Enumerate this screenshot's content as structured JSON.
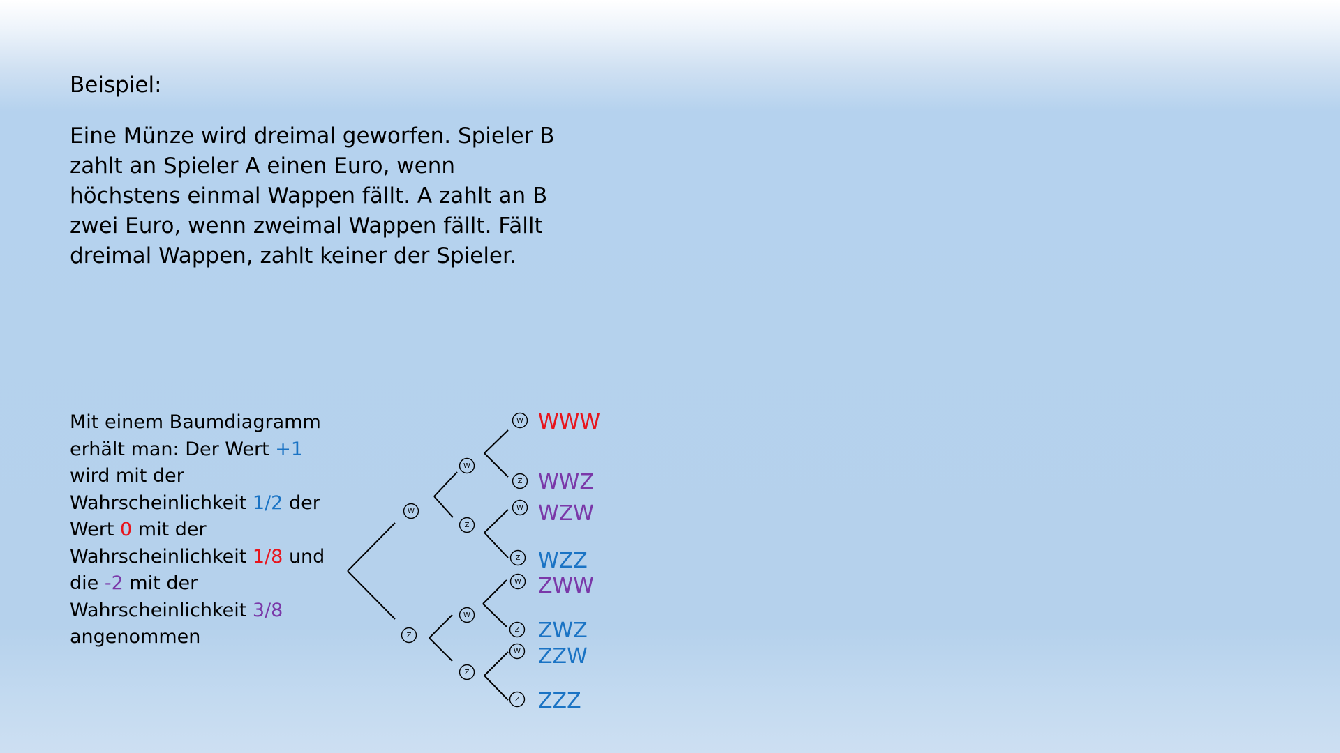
{
  "slide": {
    "heading": "Beispiel:",
    "problem": "Eine Münze wird dreimal geworfen. Spieler B zahlt an Spieler A einen Euro, wenn höchstens einmal Wappen fällt. A zahlt an B zwei Euro, wenn zweimal Wappen fällt. Fällt dreimal Wappen, zahlt keiner der Spieler.",
    "explanation": {
      "t1": "Mit einem Baumdiagramm erhält man: Der Wert ",
      "v1": "+1",
      "t2": " wird mit der Wahrscheinlichkeit ",
      "p1": "1/2",
      "t3": " der Wert ",
      "v2": "0",
      "t4": " mit der Wahrscheinlichkeit ",
      "p2": "1/8",
      "t5": " und die ",
      "v3": "-2",
      "t6": " mit der Wahrscheinlichkeit ",
      "p3": "3/8",
      "t7": " angenommen"
    }
  },
  "colors": {
    "blue": "#1a73c4",
    "red": "#e8141c",
    "purple": "#7a38a8"
  },
  "tree": {
    "level1": [
      "W",
      "Z"
    ],
    "level2": [
      "W",
      "Z",
      "W",
      "Z"
    ],
    "level3": [
      "W",
      "Z",
      "W",
      "Z",
      "W",
      "Z",
      "W",
      "Z"
    ],
    "outcomes": [
      {
        "label": "WWW",
        "color": "red"
      },
      {
        "label": "WWZ",
        "color": "purple"
      },
      {
        "label": "WZW",
        "color": "purple"
      },
      {
        "label": "WZZ",
        "color": "blue"
      },
      {
        "label": "ZWW",
        "color": "purple"
      },
      {
        "label": "ZWZ",
        "color": "blue"
      },
      {
        "label": "ZZW",
        "color": "blue"
      },
      {
        "label": "ZZZ",
        "color": "blue"
      }
    ]
  }
}
